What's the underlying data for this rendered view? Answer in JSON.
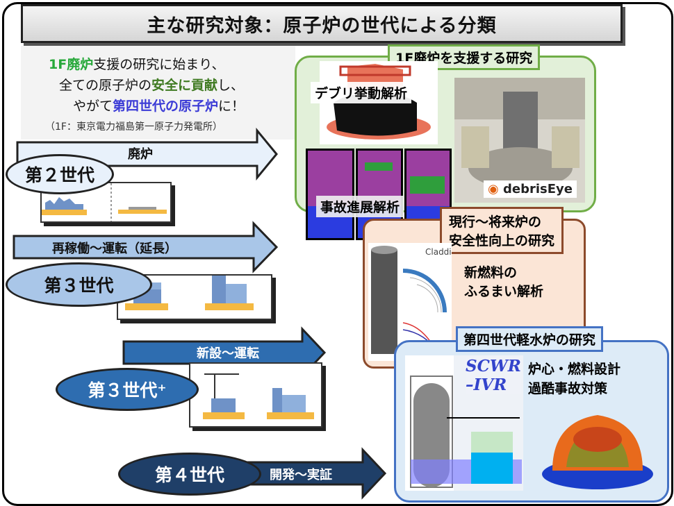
{
  "title": "主な研究対象：原子炉の世代による分類",
  "intro": {
    "line1_a": "1F廃炉",
    "line1_b": "支援の研究に始まり、",
    "line2_a": "全ての原子炉の",
    "line2_b": "安全に貢献",
    "line2_c": "し、",
    "line3_a": "やがて",
    "line3_b": "第四世代の原子炉",
    "line3_c": "に！",
    "note": "（1F：東京電力福島第一原子力発電所）"
  },
  "generations": [
    {
      "name": "第２世代",
      "arrow_label": "廃炉"
    },
    {
      "name": "第３世代",
      "arrow_label": "再稼働～運転（延長）"
    },
    {
      "name": "第３世代⁺",
      "arrow_label": "新設～運転"
    },
    {
      "name": "第４世代",
      "arrow_label": "開発～実証"
    }
  ],
  "research": {
    "decommissioning": {
      "header": "1F廃炉を支援する研究",
      "debris_label": "デブリ挙動解析",
      "accident_label": "事故進展解析",
      "logo_text": "debrisEye"
    },
    "safety": {
      "header_line1": "現行～将来炉の",
      "header_line2": "安全性向上の研究",
      "fuel_line1": "新燃料の",
      "fuel_line2": "ふるまい解析",
      "clad_label": "Claddi"
    },
    "gen4": {
      "header": "第四世代軽水炉の研究",
      "scwr_line1": "SCWR",
      "scwr_line2": "–IVR",
      "text_line1": "炉心・燃料設計",
      "text_line2": "過酷事故対策"
    }
  },
  "colors": {
    "arrow_light": "#a9c6e8",
    "arrow_mid": "#2e6db0",
    "arrow_dark": "#1f3f68",
    "gen2_fill": "#e8f1fb",
    "gen3_fill": "#a9c6e8",
    "gen3p_fill": "#2e6db0",
    "gen4_fill": "#1f3f68",
    "decom_panel": "#e2f0d9",
    "decom_border": "#70ad47",
    "safety_panel": "#fbe5d6",
    "safety_border": "#8c4a2b",
    "gen4_panel": "#ddebf7",
    "gen4_border": "#4472c4"
  }
}
